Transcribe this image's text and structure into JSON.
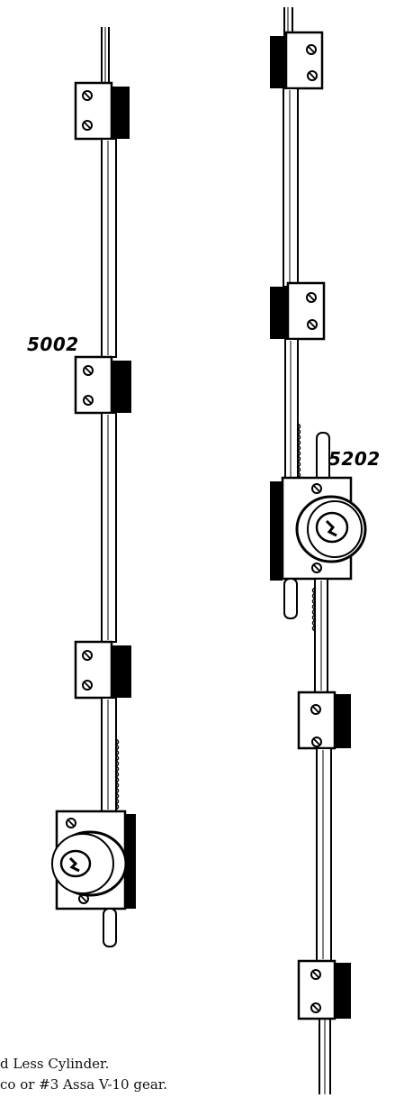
{
  "labels": {
    "model_left": "5002",
    "model_right": "5202"
  },
  "caption": {
    "line1": "d Less Cylinder.",
    "line2": "co or #3 Assa V-10 gear."
  },
  "colors": {
    "ink": "#000000",
    "background": "#ffffff"
  },
  "icons": [
    "rod-lock-5002-illustration",
    "rod-lock-5202-illustration",
    "key-cylinder-icon",
    "screw-icon"
  ]
}
